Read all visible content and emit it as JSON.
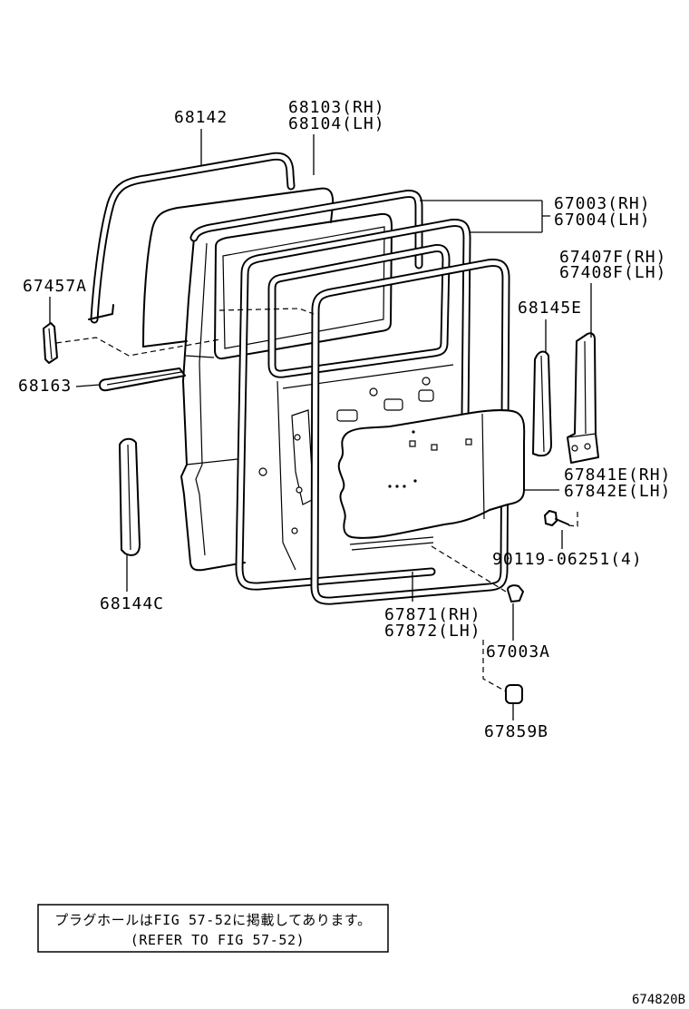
{
  "callouts": {
    "p68142": "68142",
    "p68103": "68103(RH)",
    "p68104": "68104(LH)",
    "p67003": "67003(RH)",
    "p67004": "67004(LH)",
    "p67407f": "67407F(RH)",
    "p67408f": "67408F(LH)",
    "p67457a": "67457A",
    "p68145e": "68145E",
    "p68163": "68163",
    "p67841e": "67841E(RH)",
    "p67842e": "67842E(LH)",
    "p90119": "90119-06251(4)",
    "p68144c": "68144C",
    "p67871": "67871(RH)",
    "p67872": "67872(LH)",
    "p67003a": "67003A",
    "p67859b": "67859B"
  },
  "note": {
    "line1": "プラグホールはFIG 57-52に掲載してあります。",
    "line2": "(REFER TO FIG 57-52)"
  },
  "figure_id": "674820B",
  "colors": {
    "ink": "#000000",
    "paper": "#ffffff"
  }
}
